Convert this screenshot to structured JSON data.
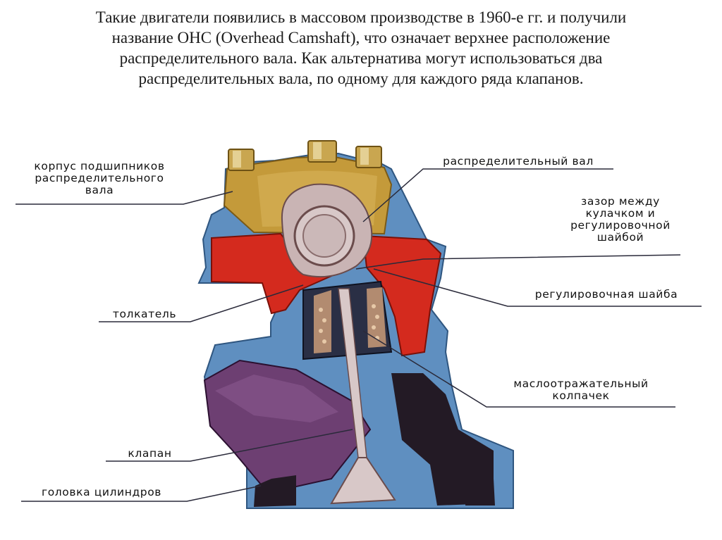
{
  "intro": {
    "lines": [
      "Такие двигатели появились в массовом производстве в 1960-е гг. и получили",
      "название ОНС (Overhead Camshaft), что означает верхнее расположение",
      "распределительного вала. Как альтернатива могут использоваться два",
      "распределительных вала, по одному для каждого ряда клапанов."
    ]
  },
  "labels": {
    "bearing_housing": [
      "корпус подшипников",
      "распределительного",
      "вала"
    ],
    "camshaft": "распределительный вал",
    "gap": [
      "зазор между",
      "кулачком и",
      "регулировочной",
      "шайбой"
    ],
    "shim": "регулировочная шайба",
    "tappet": "толкатель",
    "oil_cap": [
      "маслоотражательный",
      "колпачек"
    ],
    "valve": "клапан",
    "cylinder_head": "головка цилиндров"
  },
  "colors": {
    "housing_blue": "#5f8fc0",
    "cover_gold": "#c49a3a",
    "red_part": "#d42a1e",
    "port_purple": "#6d3f72",
    "dark_cavity": "#231a25",
    "steel": "#d8c8c8"
  }
}
